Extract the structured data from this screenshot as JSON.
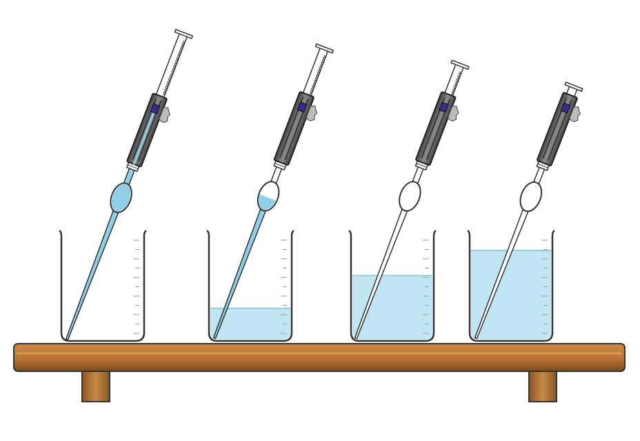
{
  "scene": {
    "description_labels": [],
    "colors": {
      "liquid": "#bfe6f2",
      "liquid_line": "#7cc6e0",
      "pipette_fill": "#8fd0e8",
      "glass_stroke": "#333333",
      "bench_top": "#b87333",
      "bench_dark": "#7a4a1f",
      "bench_light": "#d89a5a",
      "pipette_body": "#555555",
      "pipette_body_light": "#7d7d7d",
      "indicator": "#3a2a8a"
    },
    "stages": [
      {
        "beaker_fill_fraction": 0.0,
        "pipette_fill": "full"
      },
      {
        "beaker_fill_fraction": 0.3,
        "pipette_fill": "partial"
      },
      {
        "beaker_fill_fraction": 0.6,
        "pipette_fill": "empty"
      },
      {
        "beaker_fill_fraction": 0.83,
        "pipette_fill": "empty"
      }
    ]
  }
}
